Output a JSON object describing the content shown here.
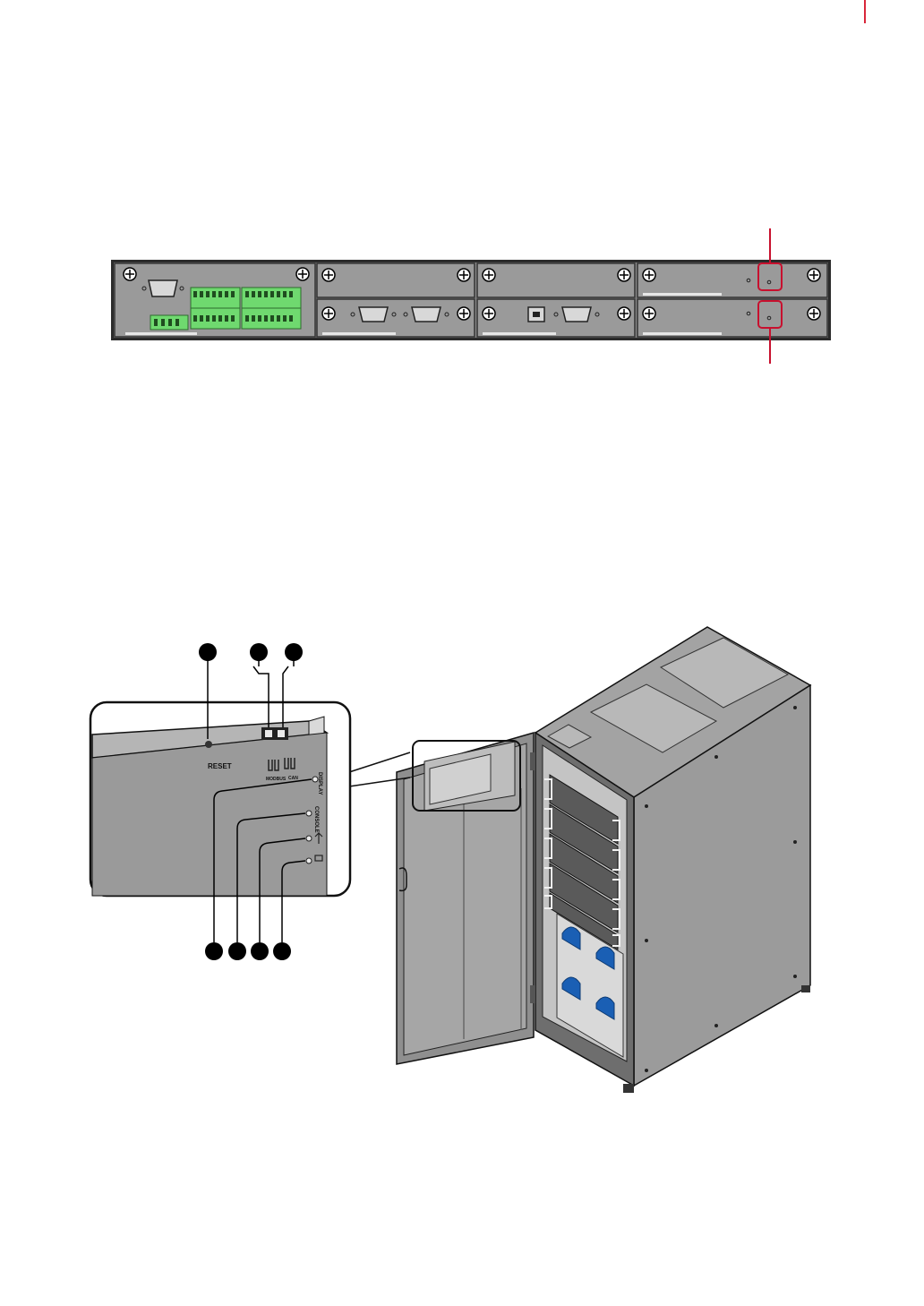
{
  "document": {
    "page_mark_color": "#d9263a"
  },
  "top_panel": {
    "highlight_color": "#c8102e",
    "panel_color": "#8c8c8c",
    "terminal_color": "#6fd96f"
  },
  "cabinet_detail": {
    "label_reset": "RESET",
    "label_modbus": "MODBUS",
    "label_can": "CAN",
    "label_display": "DISPLAY",
    "label_console": "CONSOLE",
    "callout_color": "#000000",
    "breaker_color": "#1a5fb4"
  }
}
